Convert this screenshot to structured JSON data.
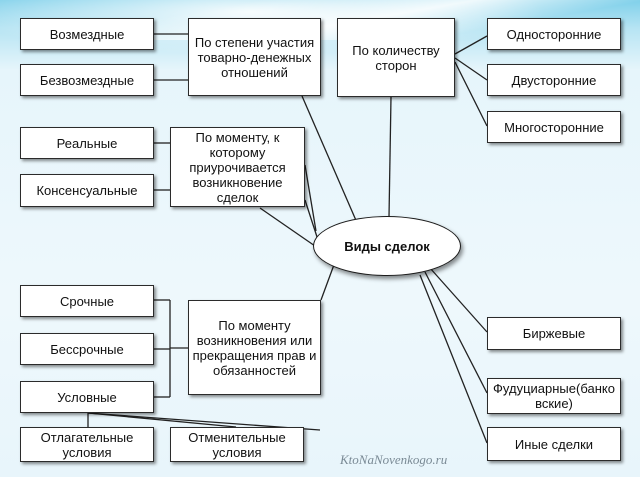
{
  "center": {
    "label": "Виды сделок"
  },
  "criteria": {
    "participation": "По степени участия товарно-денежных отношений",
    "parties": "По количеству сторон",
    "moment_origin": "По моменту, к которому приурочивается возникновение сделок",
    "moment_termination": "По моменту возникновения или прекращения прав и обязанностей"
  },
  "types": {
    "paid": "Возмездные",
    "free": "Безвозмездные",
    "real": "Реальные",
    "consensual": "Консенсуальные",
    "unilateral": "Односторонние",
    "bilateral": "Двусторонние",
    "multilateral": "Многосторонние",
    "urgent": "Срочные",
    "indefinite": "Бессрочные",
    "conditional": "Условные",
    "suspensive": "Отлагательные условия",
    "resolutive": "Отменительные условия",
    "exchange": "Биржевые",
    "fiduciary": "Фудуциарные(банковские)",
    "other": "Иные сделки"
  },
  "watermark": "KtoNaNovenkogo.ru",
  "colors": {
    "box_border": "#2b2b2b",
    "background": "#e6f5fb",
    "line": "#222222"
  }
}
